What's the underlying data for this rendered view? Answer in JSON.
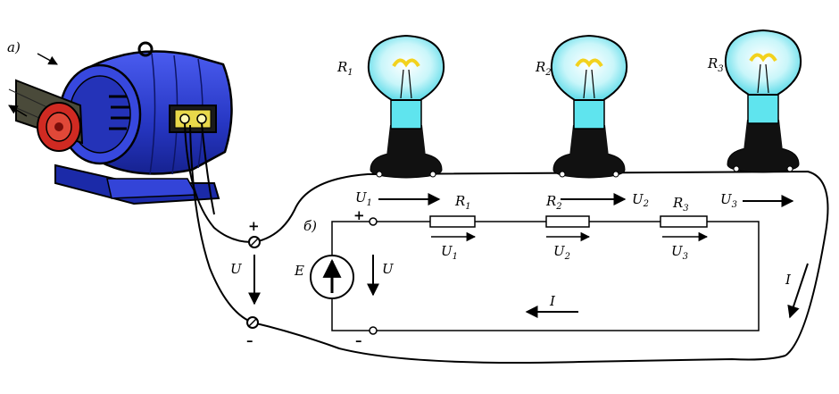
{
  "labels": {
    "panel_a": "а)",
    "panel_b": "б)",
    "plus": "+",
    "minus": "–",
    "voltage_total": "U",
    "emf": "E",
    "current": "I",
    "R": "R",
    "U": "U",
    "sub1": "1",
    "sub2": "2",
    "sub3": "3"
  },
  "colors": {
    "generator_body": "#2a3bc9",
    "generator_dark": "#14207a",
    "pulley": "#d02a22",
    "belt": "#4a4a3a",
    "bulb_glass": "#5fe4ee",
    "bulb_light": "#e6fbfd",
    "filament": "#f2d21e",
    "socket": "#111111",
    "terminal_box": "#e8d84a"
  }
}
